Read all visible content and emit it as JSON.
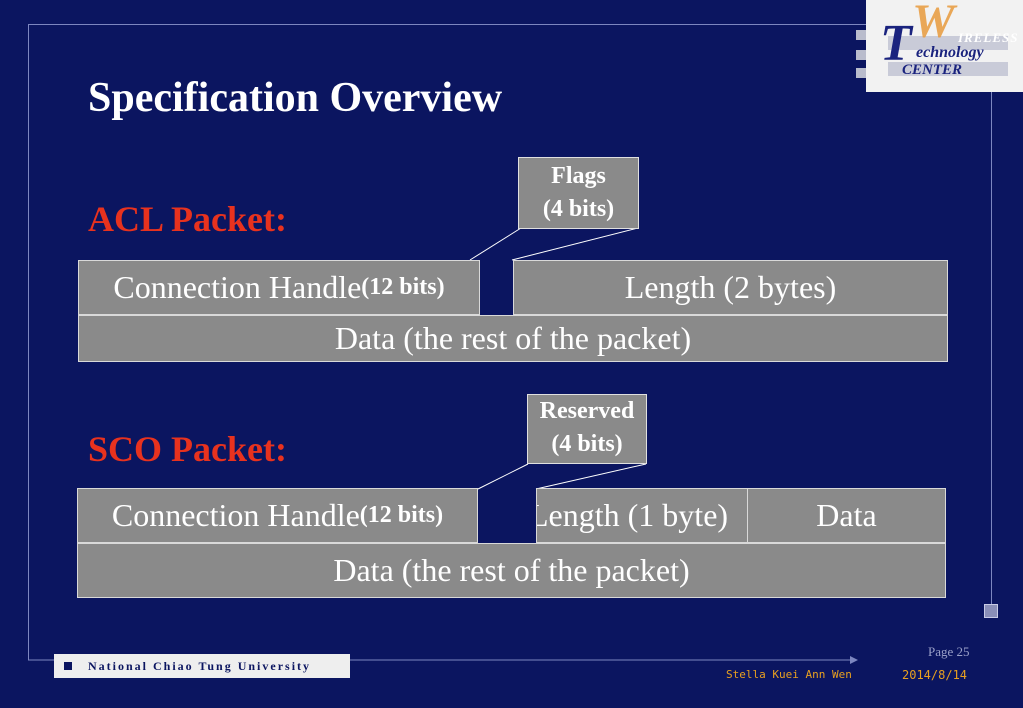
{
  "slide": {
    "title": "Specification Overview",
    "accent_color": "#e8321e",
    "background_color": "#0b1560",
    "box_color": "#8a8a8a"
  },
  "logo": {
    "letter_t": "T",
    "letter_w": "W",
    "line1": "IRELESS",
    "line2": "echnology",
    "line3": "CENTER"
  },
  "acl": {
    "heading": "ACL Packet:",
    "callout_line1": "Flags",
    "callout_line2": "(4 bits)",
    "handle_label": "Connection Handle ",
    "handle_bits": "(12 bits)",
    "length_label": "Length (2 bytes)",
    "data_label": "Data (the rest of the packet)"
  },
  "sco": {
    "heading": "SCO Packet:",
    "callout_line1": "Reserved",
    "callout_line2": "(4 bits)",
    "handle_label": "Connection Handle ",
    "handle_bits": "(12 bits)",
    "length_label": "Length (1 byte)",
    "data_small_label": "Data",
    "data_label": "Data (the rest of the packet)"
  },
  "footer": {
    "university": "National Chiao Tung University",
    "page": "Page 25",
    "author": "Stella Kuei Ann Wen",
    "date": "2014/8/14"
  }
}
